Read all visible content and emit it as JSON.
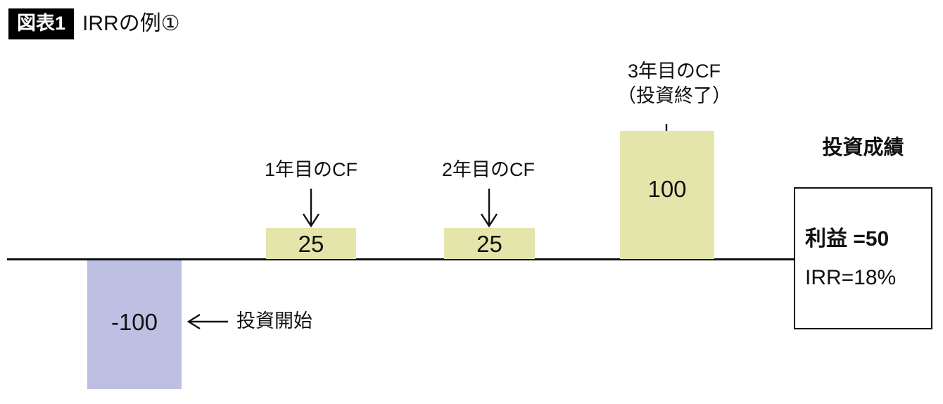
{
  "header": {
    "badge": "図表1",
    "title": "IRRの例①"
  },
  "chart_data": {
    "type": "bar",
    "title": "IRRの例①",
    "xlabel": "",
    "ylabel": "",
    "grid": false,
    "legend": "none",
    "baseline_value": 0,
    "categories": [
      "投資開始",
      "1年目",
      "2年目",
      "3年目"
    ],
    "values": [
      -100,
      25,
      25,
      100
    ],
    "bars": [
      {
        "name": "investment-start",
        "value": -100,
        "value_label": "-100",
        "color": "#bdbfe3",
        "annotation": "⟵ 投資開始"
      },
      {
        "name": "year-1-cf",
        "value": 25,
        "value_label": "25",
        "color": "#e4e5aa",
        "annotation": "1年目のCF"
      },
      {
        "name": "year-2-cf",
        "value": 25,
        "value_label": "25",
        "color": "#e4e5aa",
        "annotation": "2年目のCF"
      },
      {
        "name": "year-3-cf",
        "value": 100,
        "value_label": "100",
        "color": "#e4e5aa",
        "annotation_line1": "3年目のCF",
        "annotation_line2": "（投資終了）"
      }
    ],
    "annotations": {
      "year1": "1年目のCF",
      "year2": "2年目のCF",
      "year3_line1": "3年目のCF",
      "year3_line2": "（投資終了）",
      "investment_start": "投資開始",
      "investment_start_arrow": "⟵"
    },
    "result_panel": {
      "title": "投資成績",
      "profit": "利益 =50",
      "irr": "IRR=18%",
      "profit_value": 50,
      "irr_value": "18%"
    }
  },
  "colors": {
    "positive_bar": "#e4e5aa",
    "negative_bar": "#bdbfe3",
    "line": "#111111",
    "badge_background": "#000000",
    "badge_text": "#ffffff",
    "page_background": "#ffffff"
  }
}
